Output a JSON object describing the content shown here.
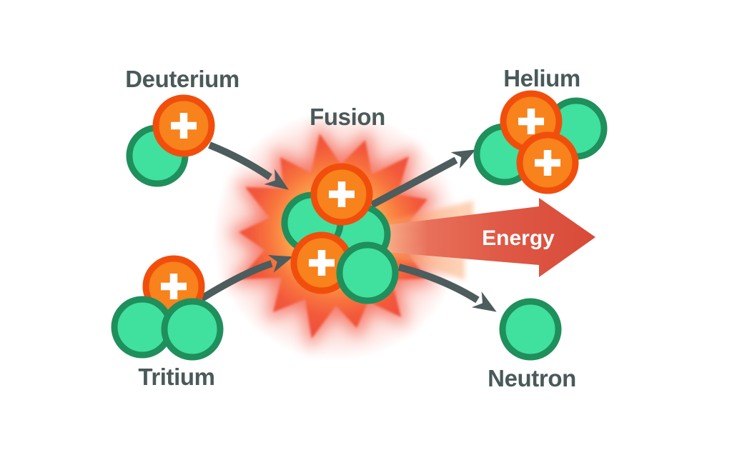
{
  "labels": {
    "deuterium": "Deuterium",
    "tritium": "Tritium",
    "fusion": "Fusion",
    "helium": "Helium",
    "neutron": "Neutron",
    "energy": "Energy"
  },
  "clusters": {
    "deuterium": {
      "protons": 1,
      "neutrons": 1
    },
    "tritium": {
      "protons": 1,
      "neutrons": 2
    },
    "fusion_core": {
      "protons": 2,
      "neutrons": 3
    },
    "helium": {
      "protons": 2,
      "neutrons": 2
    },
    "free_neutron": {
      "protons": 0,
      "neutrons": 1
    }
  },
  "colors": {
    "background": "#ffffff",
    "label-color": "#4A5959",
    "arrow-color": "#4D5C5C",
    "proton-fill": "#F8821C",
    "proton-stroke": "#F14E0C",
    "neutron-fill": "#40E09F",
    "neutron-stroke": "#1F8F5C",
    "plus-color": "#FFFFFF",
    "energy-text": "#FFFFFF"
  },
  "decorative": {
    "burst_core": "#FFFDF0",
    "burst_amber": "#FFC566",
    "burst_orange": "#F8753E",
    "burst_red": "#EF4B3C",
    "energy_arrow_light": "#F8B394",
    "energy_arrow_dark": "#D84A38"
  }
}
